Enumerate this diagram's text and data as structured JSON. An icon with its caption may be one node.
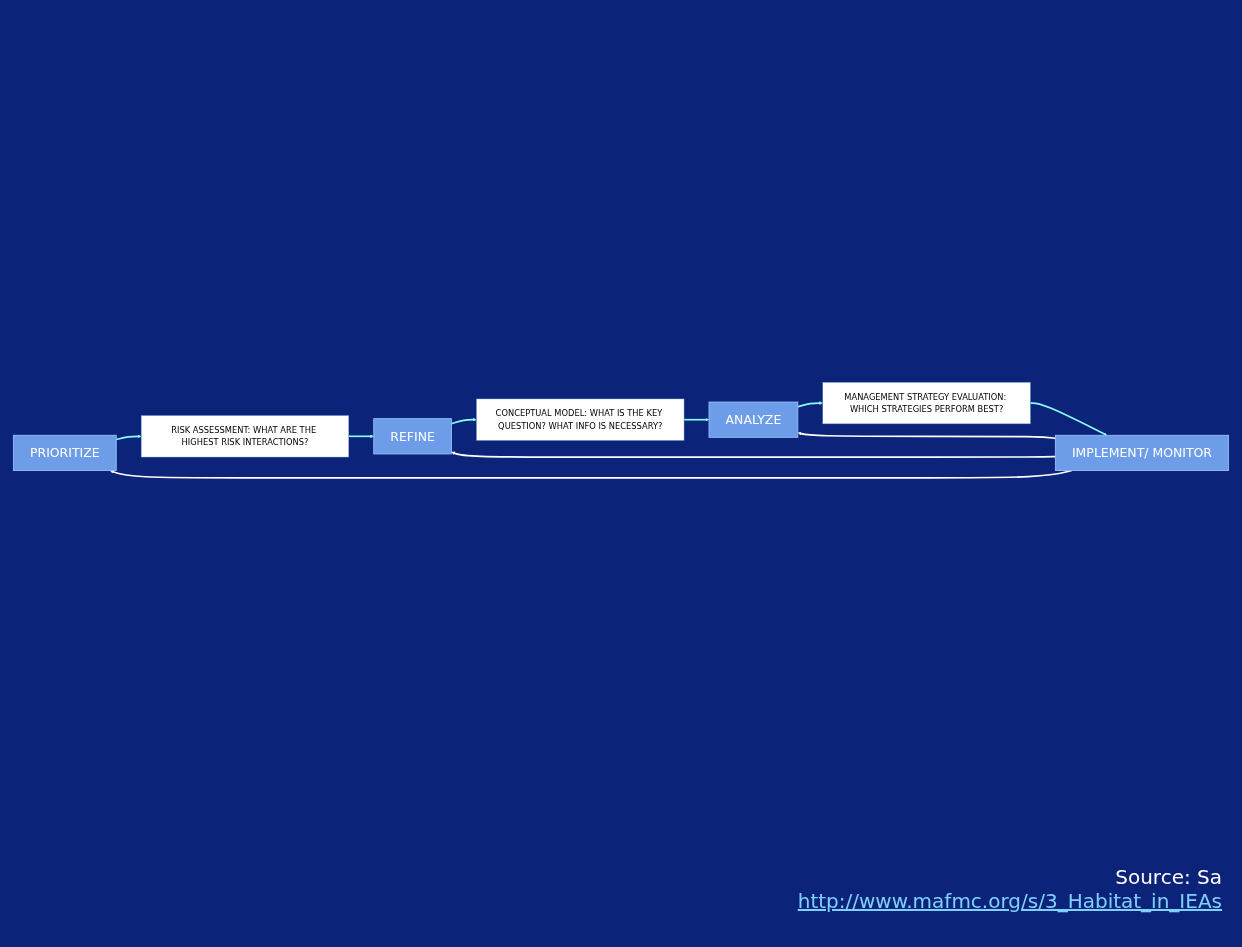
{
  "diagram": {
    "nodes": [
      {
        "text": [
          "PRIORITIZE"
        ]
      },
      {
        "text": [
          "RISK ASSESSMENT: WHAT ARE THE HIGHEST RISK INTERACTIONS?"
        ]
      },
      {
        "text": [
          "REFINE"
        ]
      },
      {
        "text": [
          "CONCEPTUAL MODEL: WHAT IS THE KEY QUESTION? WHAT INFO IS NECESSARY?"
        ]
      },
      {
        "text": [
          "ANALYZE"
        ]
      },
      {
        "text": [
          "MANAGEMENT STRATEGY EVALUATION: WHICH STRATEGIES PERFORM BEST?"
        ]
      },
      {
        "text": [
          "IMPLEMENT/ MONITOR"
        ]
      }
    ],
    "edges": [
      {
        "from": 0,
        "to": 1,
        "arrow": "to"
      },
      {
        "from": 1,
        "to": 2,
        "arrow": "to"
      },
      {
        "from": 2,
        "to": 3,
        "arrow": "to"
      },
      {
        "from": 3,
        "to": 4,
        "arrow": "to"
      },
      {
        "from": 4,
        "to": 5,
        "arrow": "to"
      },
      {
        "from": 5,
        "to": 6,
        "arrow": "to"
      },
      {
        "from": 6,
        "to": 0,
        "arrow": "to",
        "color": "#ffffff"
      },
      {
        "from": 6,
        "to": 2,
        "arrow": "to",
        "color": "#ffffff"
      },
      {
        "from": 6,
        "to": 4,
        "arrow": "to",
        "color": "#ffffff"
      }
    ],
    "labels": [
      "Source: Sa",
      "http://www.mafmc.org/s/3_Habitat_in_IEAs"
    ]
  }
}
